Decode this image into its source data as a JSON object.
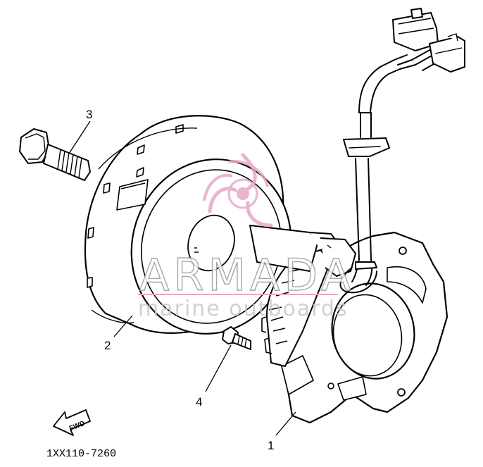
{
  "callouts": {
    "p1": "1",
    "p2": "2",
    "p3": "3",
    "p4": "4"
  },
  "find_label": "FWD",
  "drawing_code": "1XX110-7260",
  "watermark": {
    "brand": "ARMADA",
    "sub": "marine outboards"
  },
  "colors": {
    "line": "#000000",
    "watermark_pink": "#e8a6c8",
    "watermark_text": "#c9c9c9",
    "paper": "#ffffff"
  }
}
